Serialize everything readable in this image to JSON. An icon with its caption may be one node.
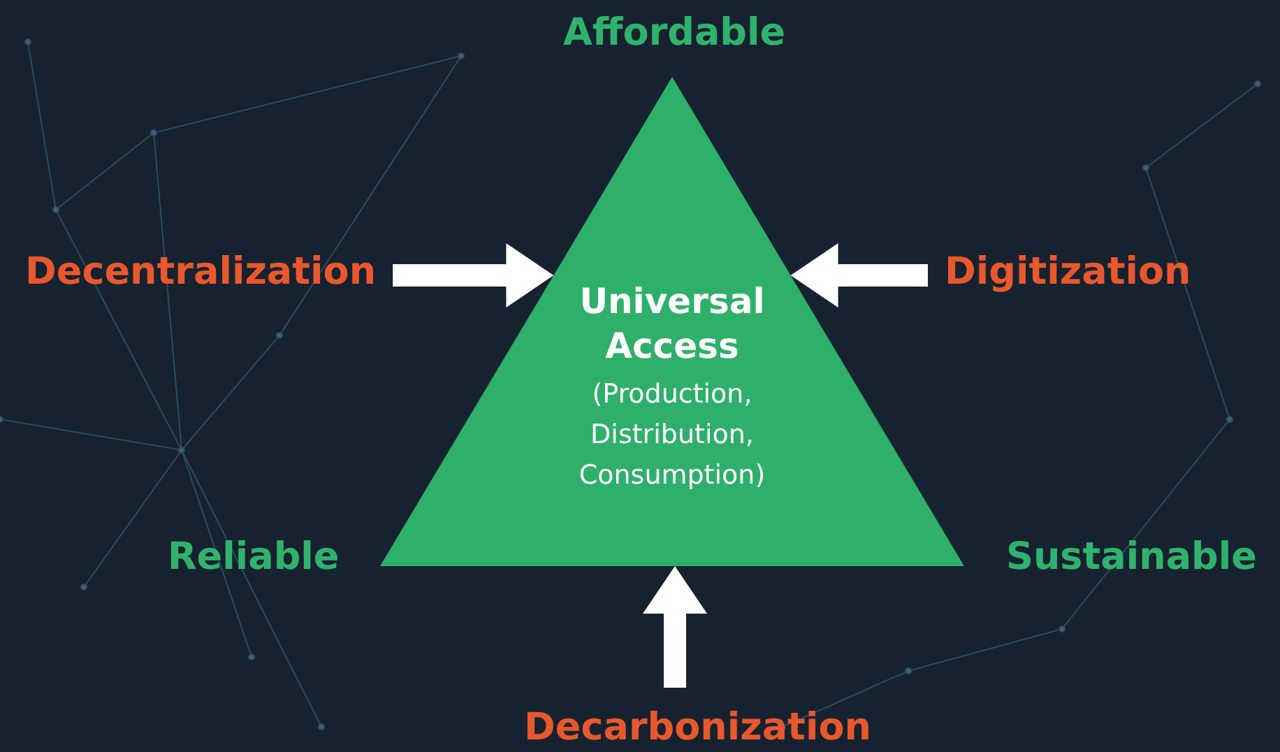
{
  "diagram": {
    "nodes": [
      {
        "text": [
          "Universal Access",
          "(Production, Distribution, Consumption)"
        ]
      },
      {
        "text": [
          "Decentralization"
        ]
      },
      {
        "text": [
          "Digitization"
        ]
      },
      {
        "text": [
          "Decarbonization"
        ]
      }
    ],
    "edges": [
      {
        "from": 1,
        "to": 0,
        "arrow": "to"
      },
      {
        "from": 2,
        "to": 0,
        "arrow": "to"
      },
      {
        "from": 3,
        "to": 0,
        "arrow": "to"
      }
    ],
    "labels": [
      "Affordable",
      "Reliable",
      "Sustainable"
    ]
  }
}
